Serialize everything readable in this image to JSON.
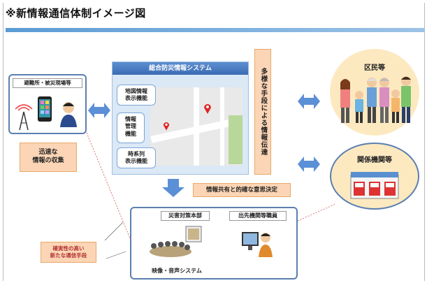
{
  "title": "※新情報通信体制イメージ図",
  "shelter": {
    "label": "避難所・被災現場等"
  },
  "collect": {
    "line1": "迅速な",
    "line2": "情報の収集"
  },
  "system": {
    "title": "総合防災情報システム",
    "items": [
      "地図情報\n表示機能",
      "情報\n管理\n機能",
      "時系列\n表示機能"
    ]
  },
  "transmit": {
    "text": "多様な手段による情報伝達"
  },
  "residents": {
    "label": "区民等"
  },
  "agencies": {
    "label": "関係機関等"
  },
  "decision": {
    "text": "情報共有と的確な意思決定"
  },
  "hq": {
    "label": "災害対策本部",
    "field_staff": "出先機関等職員",
    "caption": "映像・音声システム"
  },
  "reliable": {
    "line1": "確実性の高い",
    "line2": "新たな通信手段"
  },
  "colors": {
    "accent": "#5b8fd6",
    "orange": "#fbd5b5",
    "frame": "#5b7fb0",
    "peach": "#fde9c0"
  }
}
